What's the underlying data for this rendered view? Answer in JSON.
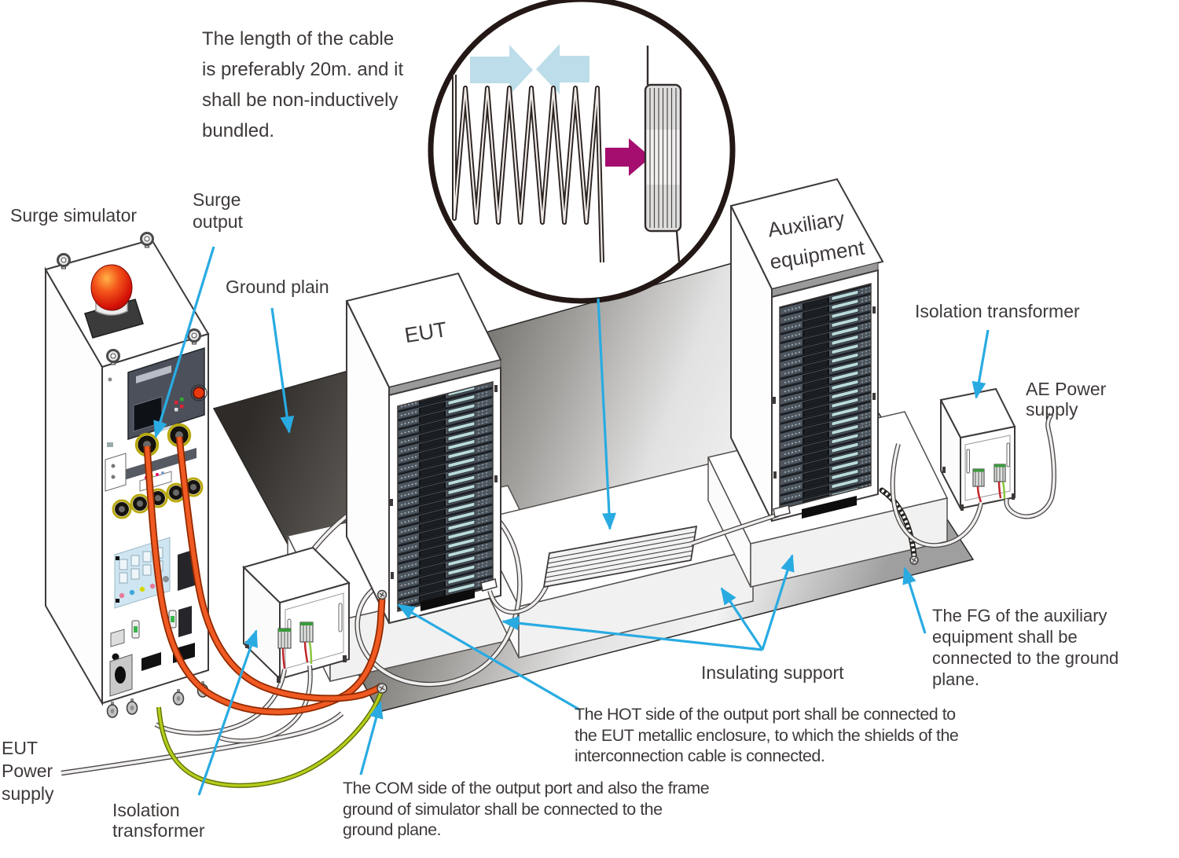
{
  "title": "Surge immunity test setup diagram",
  "colors": {
    "leader_blue": "#29abe2",
    "cable_orange": "#f05a22",
    "ground_wire_green": "#b5cc1e",
    "beacon_red": "#e8380d",
    "compress_arrow_lightblue": "#bcdde9",
    "bundle_arrow_magenta": "#a50d6e",
    "line_art": "#3e3a39"
  },
  "labels": {
    "cable_note": "The length of the cable\nis preferably 20m. and it\nshall be non-inductively\nbundled.",
    "surge_simulator": "Surge simulator",
    "surge_output": "Surge\noutput",
    "ground_plain": "Ground plain",
    "eut": "EUT",
    "auxiliary_equipment": [
      "Auxiliary",
      "equipment"
    ],
    "isolation_transformer_right": "Isolation transformer",
    "ae_power_supply": "AE Power\nsupply",
    "fg_note": "The FG of the auxiliary\nequipment shall be\nconnected to the ground\nplane.",
    "insulating_support": "Insulating support",
    "hot_note": "The HOT side of the output port shall be connected to\nthe EUT metallic enclosure, to which the shields of the\ninterconnection cable is connected.",
    "com_note": "The COM side of the output port and also the frame\nground of simulator shall be connected to the\nground plane.",
    "eut_power_supply": "EUT\nPower\nsupply",
    "isolation_transformer_left": "Isolation\ntransformer"
  }
}
